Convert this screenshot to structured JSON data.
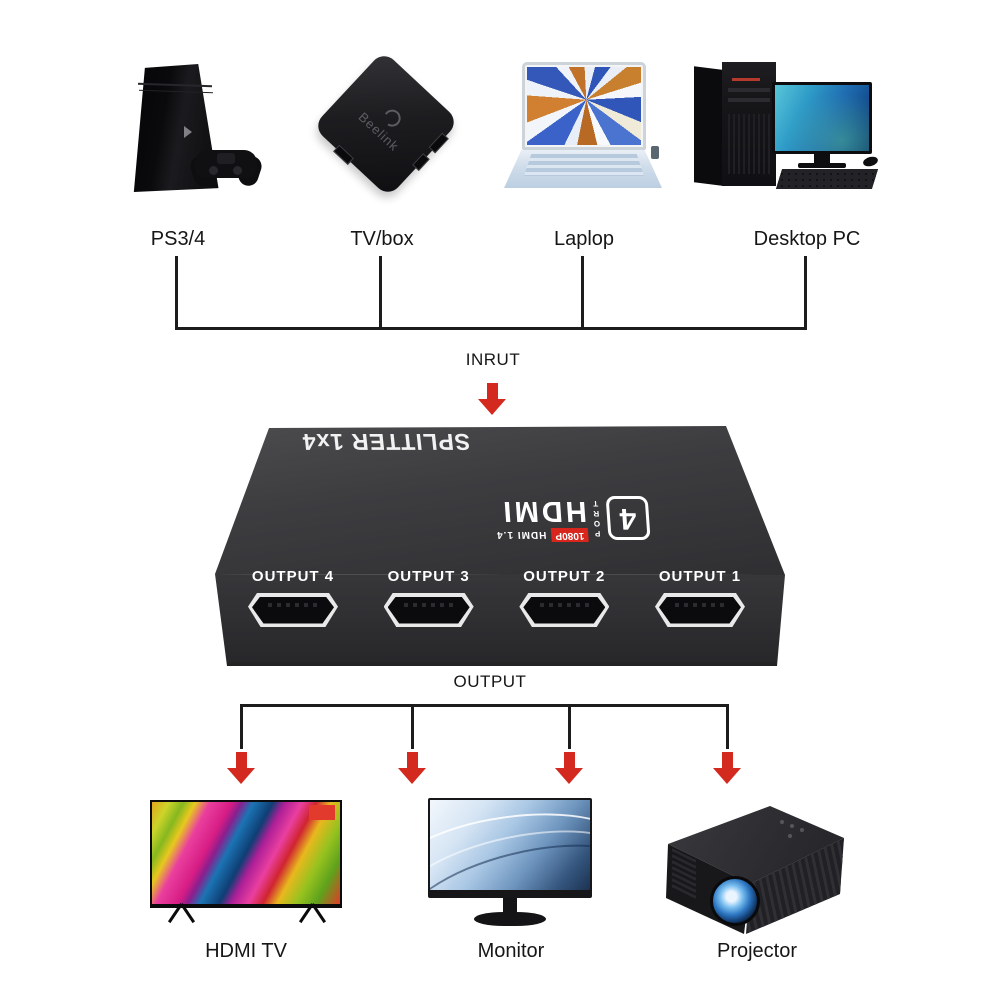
{
  "diagram": {
    "input_label": "INRUT",
    "output_label": "OUTPUT"
  },
  "sources": [
    {
      "label": "PS3/4"
    },
    {
      "label": "TV/box",
      "brand": "Beelink"
    },
    {
      "label": "Laplop"
    },
    {
      "label": "Desktop PC"
    }
  ],
  "splitter": {
    "top_text": "SPLITTER 1x4",
    "logo": {
      "ports_count": "4",
      "port_word": "PORT",
      "name": "HDMI",
      "resolution": "1080P",
      "version": "HDMI 1.4"
    },
    "output_ports": [
      "OUTPUT 4",
      "OUTPUT 3",
      "OUTPUT 2",
      "OUTPUT 1"
    ]
  },
  "displays": [
    {
      "label": "HDMI TV"
    },
    {
      "label": "Monitor"
    },
    {
      "label": "Projector"
    }
  ],
  "colors": {
    "arrow_red": "#d4291e",
    "line": "#1c1c1c"
  }
}
